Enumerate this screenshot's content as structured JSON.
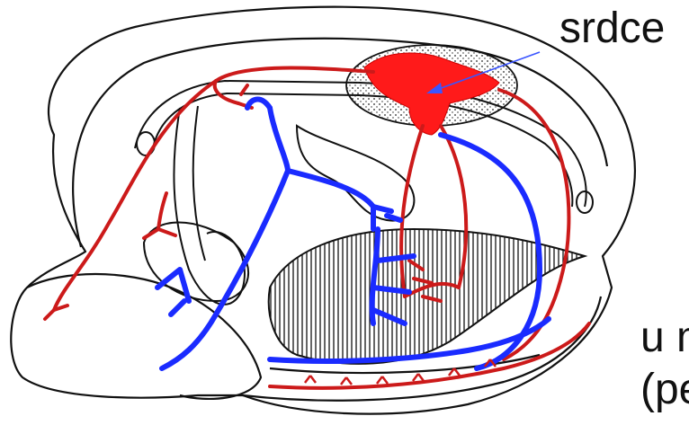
{
  "labels": {
    "heart": "srdce",
    "bottom_line1": "u m",
    "bottom_line2": "(pe"
  },
  "colors": {
    "artery": "#cc1a1a",
    "vein": "#1a2bff",
    "heart_fill": "#ff1a1a",
    "outline": "#111111",
    "pointer": "#3a55ff"
  }
}
